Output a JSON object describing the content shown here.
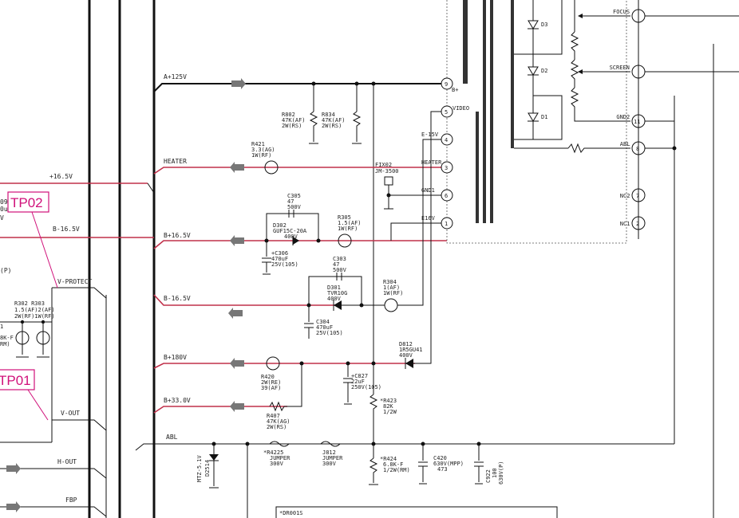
{
  "test_points": {
    "tp02": "TP02",
    "tp01": "TP01"
  },
  "left_nets": {
    "plus16": "+16.5V",
    "minus16": "B-16.5V",
    "p_label": "(P)",
    "vprotect": "V-PROTECT",
    "vout": "V-OUT",
    "hout": "H-OUT",
    "fbp": "FBP",
    "r302": "R302 R303",
    "r302_val": "1.5(AF)2(AF)",
    "r302_w": "2W(RF)1W(RF)",
    "frag1": "09",
    "frag2": "0uF",
    "frag3": "V",
    "frag4": "1",
    "frag5": "8K-F",
    "frag6": "RM)"
  },
  "rails": {
    "a125": "A+125V",
    "heater": "HEATER",
    "b16": "B+16.5V",
    "bm16": "B-16.5V",
    "b180": "B+180V",
    "b33": "B+33.0V",
    "abl": "ABL"
  },
  "parts": {
    "r802": [
      "R802",
      "47K(AF)",
      "2W(RS)"
    ],
    "r834": [
      "R834",
      "47K(AF)",
      "2W(RS)"
    ],
    "r421": [
      "R421",
      "3.3(AG)",
      "1W(RF)"
    ],
    "c305": [
      "C305",
      "47",
      "500V"
    ],
    "d302": [
      "D302",
      "GUF15C-20A",
      "400V"
    ],
    "r305": [
      "R305",
      "1.5(AF)",
      "1W(RF)"
    ],
    "c306": [
      "+C306",
      "470uF",
      "25V(105)"
    ],
    "c303": [
      "C303",
      "47",
      "500V"
    ],
    "d301": [
      "D301",
      "TVR10G",
      "400V"
    ],
    "r304": [
      "R304",
      "1(AF)",
      "1W(RF)"
    ],
    "c304": [
      "C304",
      "470uF",
      "25V(105)"
    ],
    "d812": [
      "D812",
      "1R5GU41",
      "400V"
    ],
    "r420": [
      "R420",
      "2W(RE)",
      "39(AF)"
    ],
    "c827": [
      "+C827",
      "22uF",
      "250V(105)"
    ],
    "r423": [
      "*R423",
      "82K",
      "1/2W"
    ],
    "r407": [
      "R407",
      "47K(AG)",
      "2W(RS)"
    ],
    "r422": [
      "*R4225",
      "JUMPER",
      "300V"
    ],
    "j812": [
      "J812",
      "JUMPER",
      "300V"
    ],
    "r424": [
      "*R424",
      "6.8K-F",
      "1/2W(RM)"
    ],
    "c420": [
      "C420",
      "630V(MPP)",
      "473"
    ],
    "c922": [
      "C922",
      "100",
      "630V(P)"
    ],
    "zener": [
      "MTZ-5.1V",
      "D2514"
    ],
    "fix02": [
      "FIX02",
      "JM-3500"
    ],
    "dr001s": "*DR001S"
  },
  "crt_pins": [
    {
      "num": "9",
      "label": "B+"
    },
    {
      "num": "5",
      "label": "VIDEO"
    },
    {
      "num": "4",
      "label": "E-15V"
    },
    {
      "num": "3",
      "label": "HEATER"
    },
    {
      "num": "6",
      "label": "GND1"
    },
    {
      "num": "1",
      "label": "E16V"
    }
  ],
  "diodes": [
    "D3",
    "D2",
    "D1"
  ],
  "right_pins": [
    {
      "num": "",
      "label": "FOCUS"
    },
    {
      "num": "",
      "label": "SCREEN"
    },
    {
      "num": "11",
      "label": "GND2"
    },
    {
      "num": "8",
      "label": "ABL"
    },
    {
      "num": "7",
      "label": "NC2"
    },
    {
      "num": "2",
      "label": "NC1"
    }
  ]
}
